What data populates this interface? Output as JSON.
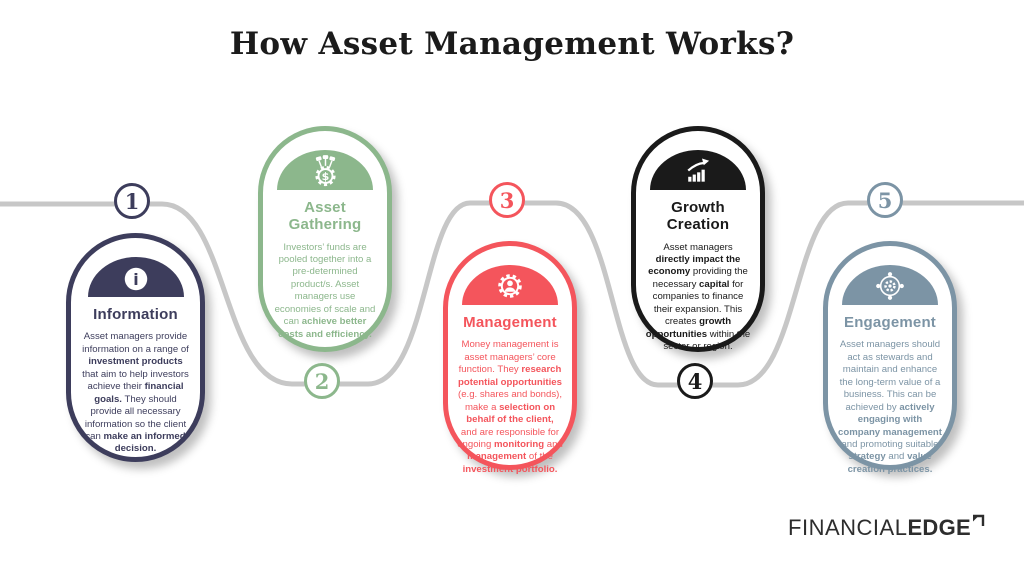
{
  "title": "How Asset Management Works?",
  "brand": {
    "light": "FINANCIAL",
    "bold": "EDGE"
  },
  "colors": {
    "line": "#c7c7c7",
    "title": "#1b1b1b",
    "brand": "#2d2d2d"
  },
  "steps": [
    {
      "number": "1",
      "title": "Information",
      "color": "#3d3d5c",
      "icon": "info-icon",
      "body": [
        {
          "text": "Asset managers provide information on a range of ",
          "bold": false
        },
        {
          "text": "investment products",
          "bold": true
        },
        {
          "text": " that aim to help investors achieve their ",
          "bold": false
        },
        {
          "text": "financial goals.",
          "bold": true
        },
        {
          "text": " They should provide all necessary information so the client can ",
          "bold": false
        },
        {
          "text": "make an informed decision.",
          "bold": true
        }
      ]
    },
    {
      "number": "2",
      "title": "Asset Gathering",
      "color": "#8cb78c",
      "icon": "money-gear-icon",
      "body": [
        {
          "text": "Investors’ funds are pooled together into a pre-determined product/s. Asset managers use economies of scale and can ",
          "bold": false
        },
        {
          "text": "achieve better costs and efficiency.",
          "bold": true
        }
      ]
    },
    {
      "number": "3",
      "title": "Management",
      "color": "#f4555c",
      "icon": "manager-gear-icon",
      "body": [
        {
          "text": "Money management is asset managers’ core function. They ",
          "bold": false
        },
        {
          "text": "research potential opportunities",
          "bold": true
        },
        {
          "text": " (e.g. shares and bonds), make a ",
          "bold": false
        },
        {
          "text": "selection on behalf of the client,",
          "bold": true
        },
        {
          "text": " and are responsible for ongoing ",
          "bold": false
        },
        {
          "text": "monitoring",
          "bold": true
        },
        {
          "text": " and ",
          "bold": false
        },
        {
          "text": "management",
          "bold": true
        },
        {
          "text": " of the ",
          "bold": false
        },
        {
          "text": "investment portfolio.",
          "bold": true
        }
      ]
    },
    {
      "number": "4",
      "title": "Growth Creation",
      "color": "#1a1a1a",
      "icon": "growth-chart-icon",
      "body": [
        {
          "text": "Asset managers ",
          "bold": false
        },
        {
          "text": "directly impact the economy",
          "bold": true
        },
        {
          "text": " providing the necessary ",
          "bold": false
        },
        {
          "text": "capital",
          "bold": true
        },
        {
          "text": " for companies to finance their expansion. This creates ",
          "bold": false
        },
        {
          "text": "growth opportunities",
          "bold": true
        },
        {
          "text": " within the sector or region.",
          "bold": false
        }
      ]
    },
    {
      "number": "5",
      "title": "Engagement",
      "color": "#7c94a5",
      "icon": "stakeholder-target-icon",
      "body": [
        {
          "text": "Asset managers should act as stewards and maintain and enhance the long-term value of a business. This can be achieved by ",
          "bold": false
        },
        {
          "text": "actively engaging with company management",
          "bold": true
        },
        {
          "text": " and promoting suitable ",
          "bold": false
        },
        {
          "text": "strategy",
          "bold": true
        },
        {
          "text": " and ",
          "bold": false
        },
        {
          "text": "value creation practices.",
          "bold": true
        }
      ]
    }
  ]
}
